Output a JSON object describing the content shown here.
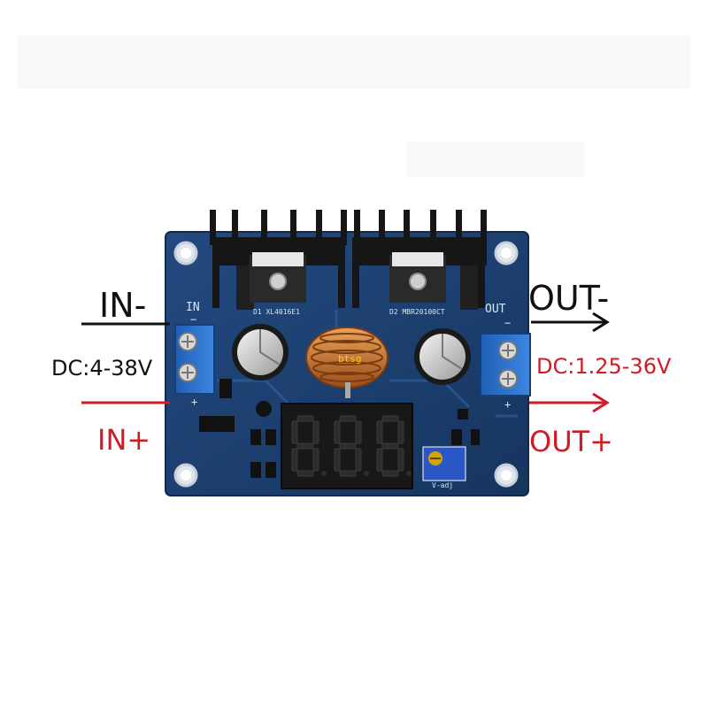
{
  "scene": "DC-DC buck converter module with 3-digit LED voltmeter",
  "labels": {
    "in_minus": "IN-",
    "in_plus": "IN+",
    "out_minus": "OUT-",
    "out_plus": "OUT+",
    "input_range": "DC:4-38V",
    "output_range": "DC:1.25-36V"
  },
  "silkscreen": {
    "in": "IN",
    "out": "OUT",
    "d1": "D1 XL4016E1",
    "d2": "D2 MBR20100CT",
    "vadj": "V-adj",
    "minus": "−",
    "plus": "+"
  },
  "watermark": "btsg",
  "colors": {
    "pcb": "#1b3e6e",
    "arrow_black": "#111111",
    "arrow_red": "#d01c25",
    "terminal_blue": "#2a6fc9",
    "copper_coil": "#c9752e",
    "led_red": "#ff2a2a"
  },
  "icons": [
    "heatsink-icon",
    "capacitor-icon",
    "inductor-icon",
    "seven-segment-display",
    "potentiometer-icon"
  ]
}
